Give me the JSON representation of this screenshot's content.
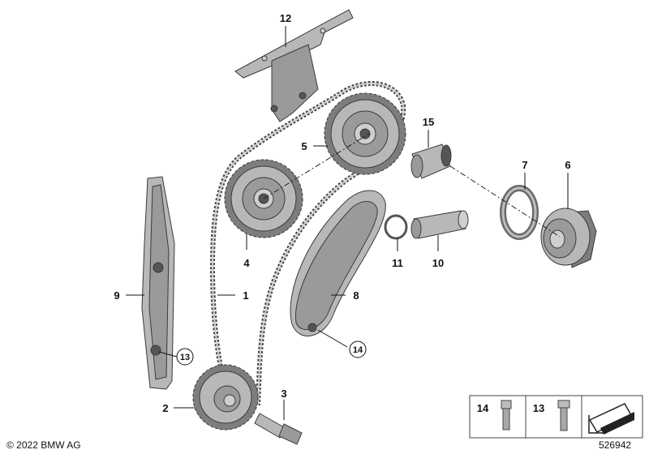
{
  "callouts": {
    "c1": "1",
    "c2": "2",
    "c3": "3",
    "c4": "4",
    "c5": "5",
    "c6": "6",
    "c7": "7",
    "c8": "8",
    "c9": "9",
    "c10": "10",
    "c11": "11",
    "c12": "12",
    "c13": "13",
    "c14": "14",
    "c15": "15"
  },
  "legend": {
    "item14": "14",
    "item13": "13"
  },
  "footer": {
    "copyright": "© 2022 BMW AG",
    "diagram_number": "526942"
  }
}
